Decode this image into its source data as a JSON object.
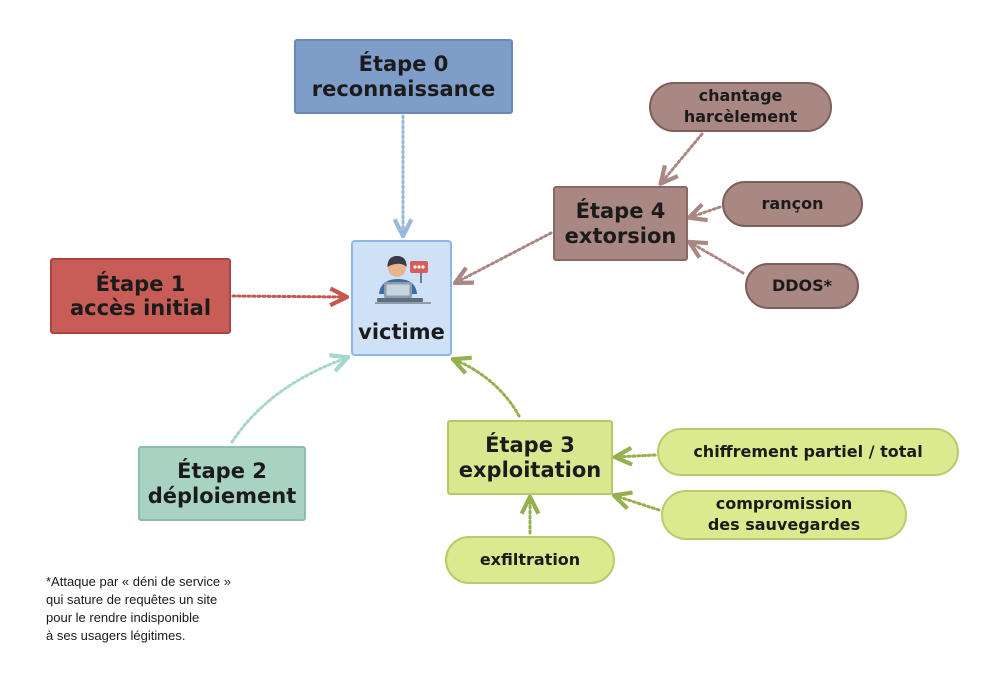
{
  "diagram": {
    "center": {
      "label": "victime"
    },
    "stages": {
      "s0": {
        "title": "Étape 0",
        "name": "reconnaissance"
      },
      "s1": {
        "title": "Étape 1",
        "name": "accès initial"
      },
      "s2": {
        "title": "Étape 2",
        "name": "déploiement"
      },
      "s3": {
        "title": "Étape 3",
        "name": "exploitation"
      },
      "s4": {
        "title": "Étape 4",
        "name": "extorsion"
      }
    },
    "extortion_methods": {
      "blackmail": [
        "chantage",
        "harcèlement"
      ],
      "ransom": "rançon",
      "ddos": "DDOS*"
    },
    "exploitation_methods": {
      "encryption": "chiffrement partiel / total",
      "backups": [
        "compromission",
        "des sauvegardes"
      ],
      "exfiltration": "exfiltration"
    },
    "footnote": [
      "*Attaque par « déni de service »",
      "qui sature de requêtes un site",
      "pour le rendre indisponible",
      "à ses usagers légitimes."
    ]
  },
  "colors": {
    "stage0": "#7f9dc9",
    "stage1": "#c75d56",
    "stage2": "#a8d2c2",
    "stage3": "#d9e88f",
    "stage4": "#a98783",
    "victim": "#cfe1f7"
  },
  "icons": {
    "victim": "person-at-laptop-icon"
  }
}
